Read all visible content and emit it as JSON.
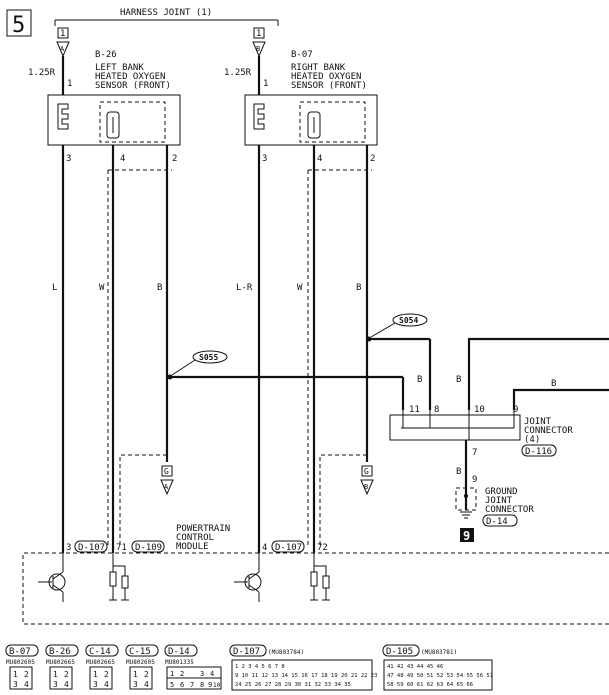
{
  "page_number": "5",
  "harness_joint": {
    "title": "HARNESS JOINT (1)",
    "left_ref": "1",
    "left_symbol": "A",
    "right_ref": "1",
    "right_symbol": "B"
  },
  "left_sensor": {
    "wire_size": "1.25R",
    "connector": "B-26",
    "name_line1": "LEFT BANK",
    "name_line2": "HEATED OXYGEN",
    "name_line3": "SENSOR (FRONT)",
    "pin_top": "1",
    "pin_a": "3",
    "pin_b": "4",
    "pin_c": "2",
    "wire_a_color": "L",
    "wire_b_color": "W",
    "wire_c_color": "B",
    "ground_tag": "G",
    "ground_symbol": "A"
  },
  "right_sensor": {
    "wire_size": "1.25R",
    "connector": "B-07",
    "name_line1": "RIGHT BANK",
    "name_line2": "HEATED OXYGEN",
    "name_line3": "SENSOR (FRONT)",
    "pin_top": "1",
    "pin_a": "3",
    "pin_b": "4",
    "pin_c": "2",
    "wire_a_color": "L-R",
    "wire_b_color": "W",
    "wire_c_color": "B",
    "ground_tag": "G",
    "ground_symbol": "B"
  },
  "splices": {
    "s1": "S055",
    "s2": "S054"
  },
  "joint_connector": {
    "name_line1": "JOINT",
    "name_line2": "CONNECTOR",
    "name_line3": "(4)",
    "connector": "D-116",
    "pins": [
      "11",
      "8",
      "10",
      "9",
      "7"
    ],
    "wire_colors": [
      "B",
      "B",
      "B",
      "B"
    ]
  },
  "ground_joint": {
    "pin": "9",
    "name_line1": "GROUND",
    "name_line2": "JOINT",
    "name_line3": "CONNECTOR",
    "connector": "D-14",
    "next_page": "9"
  },
  "pcm": {
    "name_line1": "POWERTRAIN",
    "name_line2": "CONTROL",
    "name_line3": "MODULE",
    "pins_left": [
      "3",
      "71"
    ],
    "pins_right": [
      "4",
      "72"
    ],
    "conn_a": "D-107",
    "conn_b": "D-109"
  },
  "connector_refs": [
    {
      "id": "B-07",
      "part": "MU802605"
    },
    {
      "id": "B-26",
      "part": "MU802665"
    },
    {
      "id": "C-14",
      "part": "MU802665"
    },
    {
      "id": "C-15",
      "part": "MU802605"
    },
    {
      "id": "D-14",
      "part": "MU801335"
    },
    {
      "id": "D-107",
      "part": "(MU803784)"
    },
    {
      "id": "D-105",
      "part": "(MU803781)"
    }
  ],
  "small_connector_cells": [
    [
      "1",
      "2",
      "3",
      "4"
    ],
    [
      "1",
      "2",
      "3",
      "4"
    ],
    [
      "1",
      "2",
      "3",
      "4"
    ],
    [
      "1",
      "2",
      "3",
      "4"
    ]
  ],
  "d14_cells": [
    "1",
    "2",
    "3",
    "4",
    "5",
    "6",
    "7",
    "8",
    "9",
    "10"
  ],
  "d107_rows": [
    "1  2  3 4         5 6  7 8",
    "9 10 11 12 13 14 15 16 17 18 19 20 21 22 23",
    "24 25   26 27 28 29   30 31 32 33   34 35"
  ],
  "d105_rows": [
    "41 42 43          44 45 46",
    "47 48 49 50 51 52 53 54 55 56 57",
    "58 59   60 61 62 63   64 65 66"
  ]
}
